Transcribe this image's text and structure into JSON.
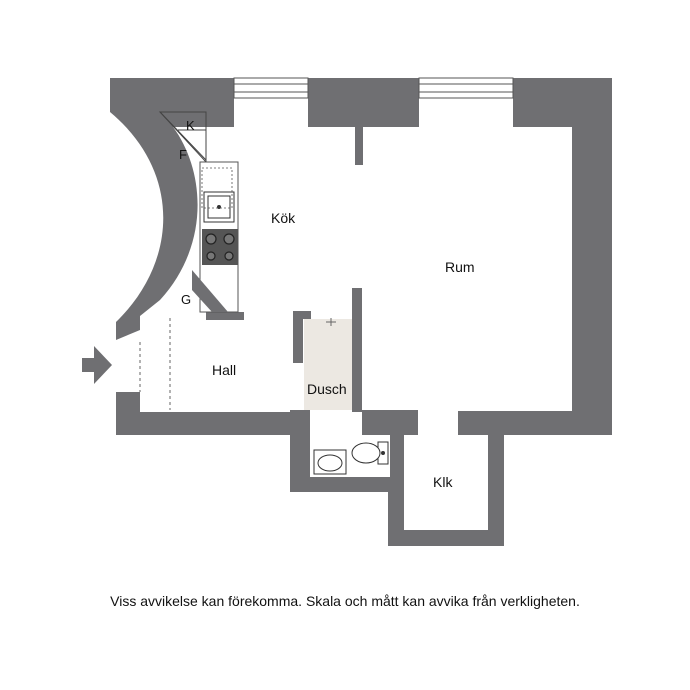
{
  "rooms": {
    "kok": "Kök",
    "rum": "Rum",
    "hall": "Hall",
    "dusch": "Dusch",
    "klk": "Klk"
  },
  "fixtures": {
    "k": "K",
    "f": "F",
    "g": "G"
  },
  "disclaimer": "Viss avvikelse kan förekomma. Skala och mått kan avvika från verkligheten.",
  "colors": {
    "wall": "#6f6f72",
    "shower_floor": "#ece8e2",
    "window": "#ffffff"
  },
  "icons": {
    "entrance": "entrance-arrow-icon"
  }
}
